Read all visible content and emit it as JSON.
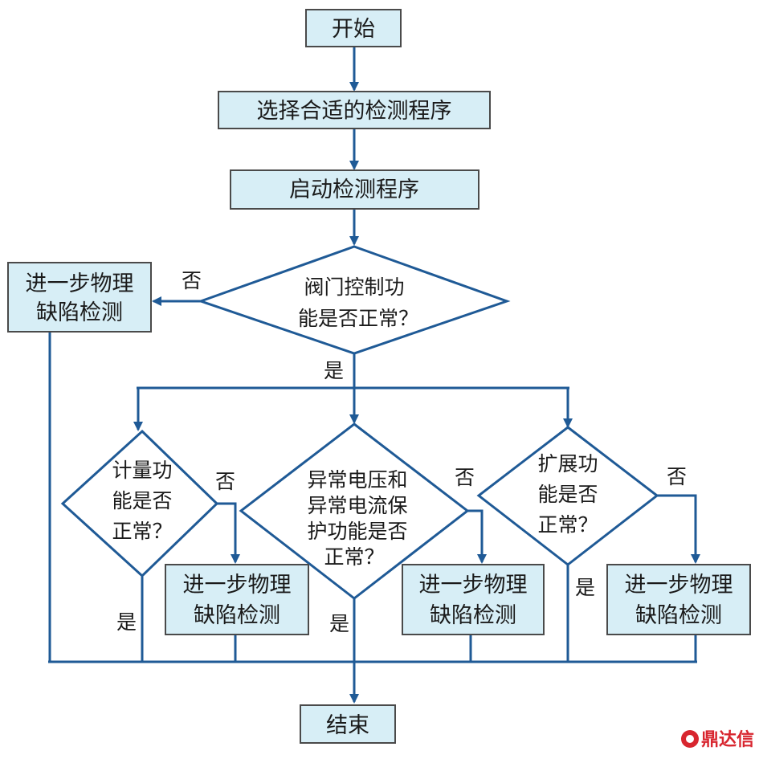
{
  "nodes": {
    "start": "开始",
    "select_program": "选择合适的检测程序",
    "start_program": "启动检测程序",
    "valve_check": [
      "阀门控制功",
      "能是否正常？"
    ],
    "physical_left": [
      "进一步物理",
      "缺陷检测"
    ],
    "metering_check": [
      "计量功",
      "能是否",
      "正常？"
    ],
    "physical_metering": [
      "进一步物理",
      "缺陷检测"
    ],
    "protection_check": [
      "异常电压和",
      "异常电流保",
      "护功能是否",
      "正常？"
    ],
    "physical_protection": [
      "进一步物理",
      "缺陷检测"
    ],
    "extension_check": [
      "扩展功",
      "能是否",
      "正常？"
    ],
    "physical_extension": [
      "进一步物理",
      "缺陷检测"
    ],
    "end": "结束"
  },
  "labels": {
    "yes": "是",
    "no": "否"
  },
  "watermark": "鼎达信",
  "colors": {
    "box_fill": "#d7eef6",
    "line": "#1f5a96",
    "watermark": "#d8262f"
  }
}
